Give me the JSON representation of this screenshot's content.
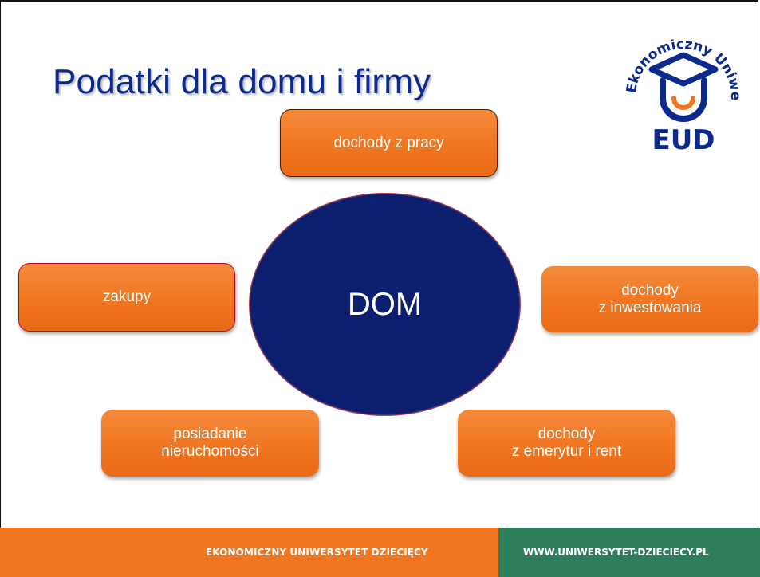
{
  "slide": {
    "title": "Podatki dla domu i firmy"
  },
  "logo": {
    "ring_text": "Ekonomiczny Uniwersytet Dziecięcy",
    "abbr": "EUD",
    "colors": {
      "primary": "#0b2a8c",
      "accent": "#f07621"
    }
  },
  "diagram": {
    "center": "DOM",
    "nodes": {
      "pracy": [
        "dochody z pracy"
      ],
      "zakupy": [
        "zakupy"
      ],
      "inwestowania": [
        "dochody",
        "z inwestowania"
      ],
      "nieruchomosci": [
        "posiadanie",
        "nieruchomości"
      ],
      "emerytur": [
        "dochody",
        "z emerytur i rent"
      ]
    }
  },
  "footer": {
    "left_text": "EKONOMICZNY UNIWERSYTET DZIECIĘCY",
    "right_text": "WWW.UNIWERSYTET-DZIECIECY.PL",
    "colors": {
      "left": "#f07621",
      "right": "#2e7d5b"
    }
  }
}
